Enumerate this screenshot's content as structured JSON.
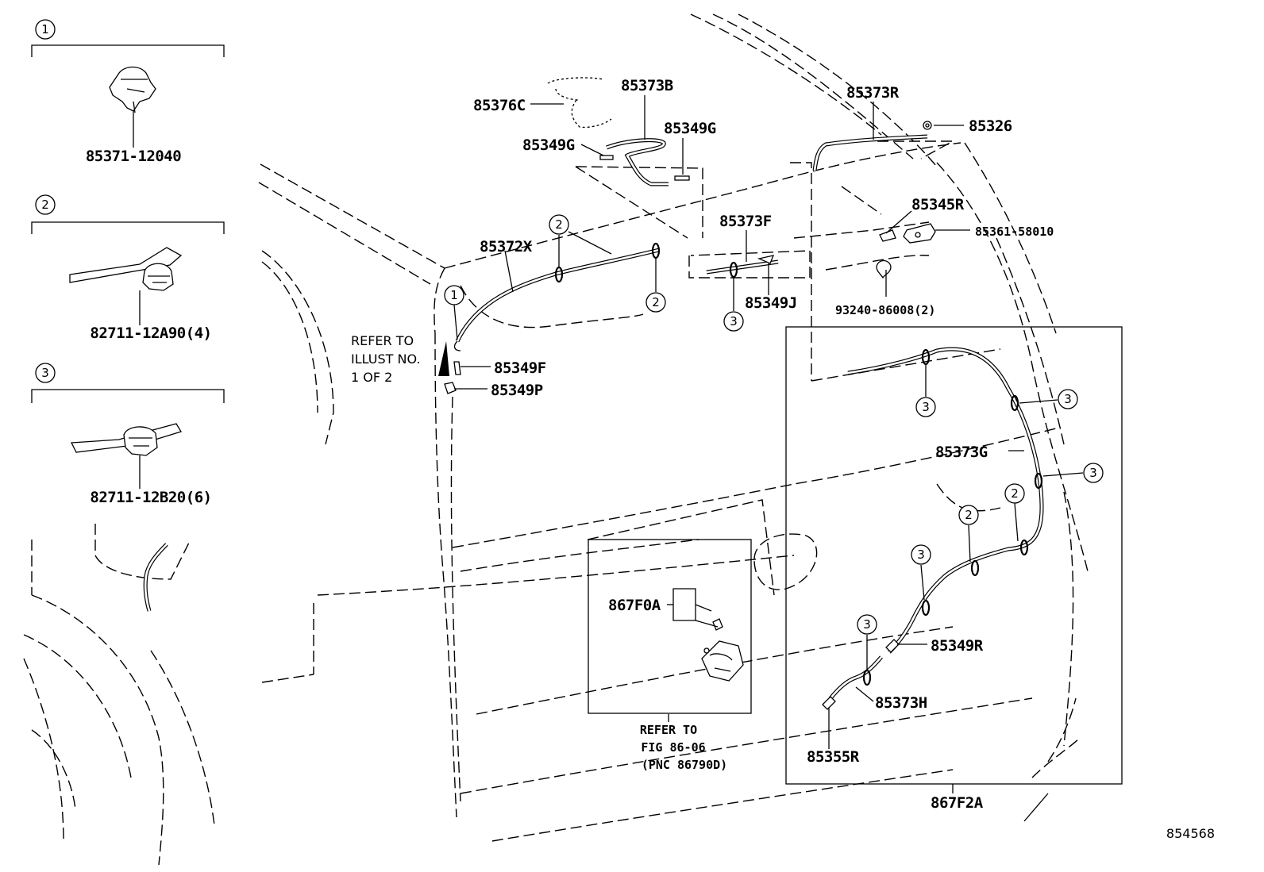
{
  "legend": {
    "items": [
      {
        "index": "1",
        "part_no": "85371-12040"
      },
      {
        "index": "2",
        "part_no": "82711-12A90(4)"
      },
      {
        "index": "3",
        "part_no": "82711-12B20(6)"
      }
    ]
  },
  "labels": {
    "p85376C": "85376C",
    "p85373B": "85373B",
    "p85349G_left": "85349G",
    "p85349G_right": "85349G",
    "p85373R": "85373R",
    "p85326": "85326",
    "p85345R": "85345R",
    "p85361": "85361-58010",
    "p93240": "93240-86008(2)",
    "p85372X": "85372X",
    "p85373F": "85373F",
    "p85349J": "85349J",
    "p85349F": "85349F",
    "p85349P": "85349P",
    "p85373G": "85373G",
    "p85349R": "85349R",
    "p85373H": "85373H",
    "p85355R": "85355R",
    "p867F2A": "867F2A",
    "p867F0A": "867F0A"
  },
  "notes": {
    "refer_illust": [
      "REFER TO",
      "ILLUST NO.",
      "1 OF 2"
    ],
    "refer_fig": [
      "REFER TO",
      "FIG 86-06",
      "(PNC 86790D)"
    ]
  },
  "markers": {
    "one": "1",
    "two": "2",
    "three": "3"
  },
  "diagram_id": "854568"
}
